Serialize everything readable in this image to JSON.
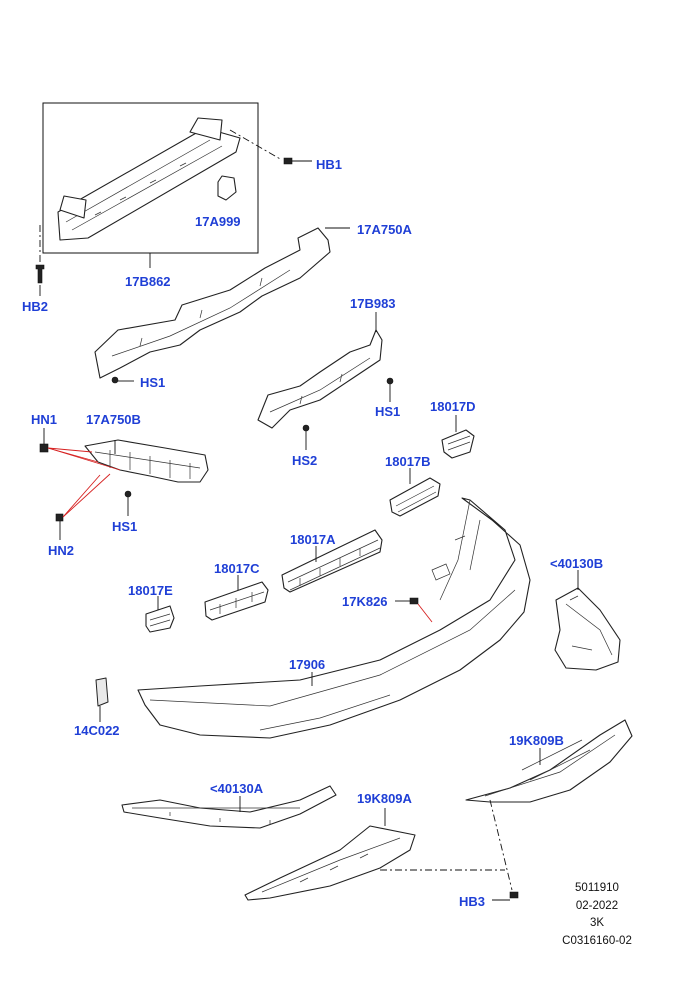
{
  "callouts": {
    "hb1": "HB1",
    "hb2": "HB2",
    "hb3": "HB3",
    "p17a999": "17A999",
    "p17b862": "17B862",
    "p17a750a": "17A750A",
    "p17a750b": "17A750B",
    "p17b983": "17B983",
    "hs1_a": "HS1",
    "hs1_b": "HS1",
    "hs1_c": "HS1",
    "hs2": "HS2",
    "hn1": "HN1",
    "hn2": "HN2",
    "p18017d": "18017D",
    "p18017b": "18017B",
    "p18017a": "18017A",
    "p18017c": "18017C",
    "p18017e": "18017E",
    "p17k826": "17K826",
    "p40130b": "<40130B",
    "p40130a": "<40130A",
    "p17906": "17906",
    "p14c022": "14C022",
    "p19k809b_upper": "19K809B",
    "p19k809a": "19K809A"
  },
  "meta": {
    "ref_number": "5011910",
    "date": "02-2022",
    "code": "3K",
    "illustration_id": "C0316160-02"
  },
  "colors": {
    "callout": "#1f3fd6",
    "leader": "#111111",
    "highlight_leader": "#d62020"
  }
}
